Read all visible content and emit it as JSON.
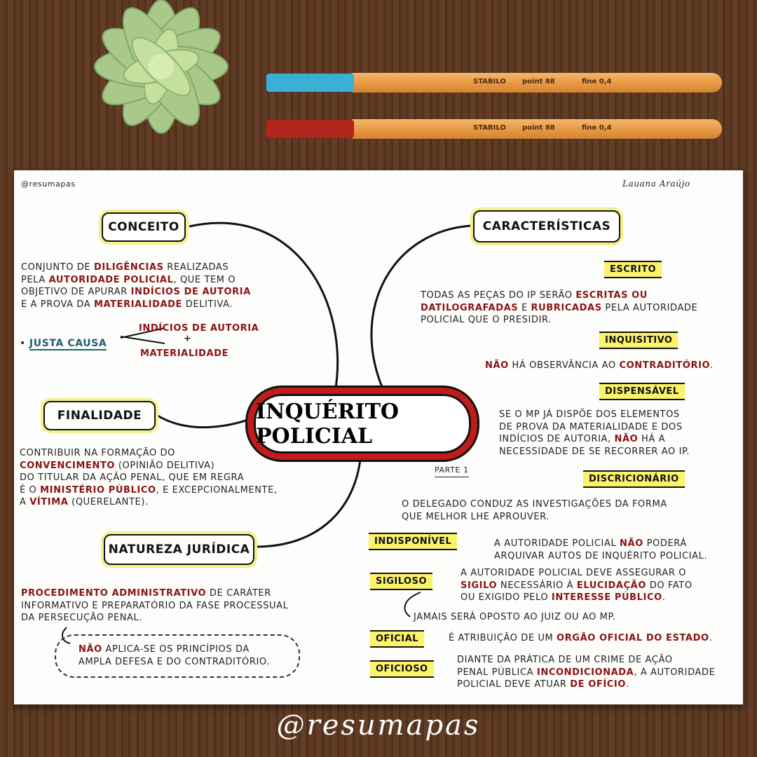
{
  "handle_small": "@resumapas",
  "signature": "Lauana Araújo",
  "brand": "@resumapas",
  "pens": [
    {
      "brand": "STABILO",
      "model": "point 88",
      "tip": "fine 0,4",
      "color": "#3bb0d6"
    },
    {
      "brand": "STABILO",
      "model": "point 88",
      "tip": "fine 0,4",
      "color": "#b3241c"
    }
  ],
  "title": "Inquérito Policial",
  "part": "Parte 1",
  "conceito": {
    "label": "Conceito",
    "lines": [
      [
        [
          "Conjunto de ",
          0
        ],
        [
          "Diligências",
          1
        ],
        [
          " realizadas",
          0
        ]
      ],
      [
        [
          "pela ",
          0
        ],
        [
          "Autoridade Policial",
          1
        ],
        [
          ", que tem o",
          0
        ]
      ],
      [
        [
          "objetivo de apurar ",
          0
        ],
        [
          "Indícios de Autoria",
          1
        ]
      ],
      [
        [
          "e a prova da ",
          0
        ],
        [
          "Materialidade",
          1
        ],
        [
          " delitiva.",
          0
        ]
      ]
    ],
    "justa_causa": "Justa Causa",
    "indicios": "Indícios de Autoria",
    "plus": "+",
    "materialidade": "Materialidade"
  },
  "finalidade": {
    "label": "Finalidade",
    "lines": [
      [
        [
          "Contribuir na formação do",
          0
        ]
      ],
      [
        [
          "Convencimento",
          1
        ],
        [
          " (opinião delitiva)",
          0
        ]
      ],
      [
        [
          "do titular da ação penal, que em regra",
          0
        ]
      ],
      [
        [
          "é o ",
          0
        ],
        [
          "Ministério Público",
          1
        ],
        [
          ", e excepcionalmente,",
          0
        ]
      ],
      [
        [
          "a ",
          0
        ],
        [
          "Vítima",
          1
        ],
        [
          " (querelante).",
          0
        ]
      ]
    ]
  },
  "natureza": {
    "label": "Natureza Jurídica",
    "lines": [
      [
        [
          "Procedimento Administrativo",
          1
        ],
        [
          " de caráter",
          0
        ]
      ],
      [
        [
          "informativo e preparatório da fase processual",
          0
        ]
      ],
      [
        [
          "da persecução penal.",
          0
        ]
      ]
    ],
    "note": [
      [
        [
          "Não",
          1
        ],
        [
          " aplica-se os princípios da",
          0
        ]
      ],
      [
        [
          "ampla defesa e do contraditório.",
          0
        ]
      ]
    ]
  },
  "caracteristicas": {
    "label": "Características",
    "items": [
      {
        "tag": "Escrito",
        "lines": [
          [
            [
              "Todas as peças do IP serão ",
              0
            ],
            [
              "Escritas ou",
              1
            ]
          ],
          [
            [
              "Datilografadas",
              1
            ],
            [
              " e ",
              0
            ],
            [
              "Rubricadas",
              1
            ],
            [
              " pela autoridade",
              0
            ]
          ],
          [
            [
              "policial que o presidir.",
              0
            ]
          ]
        ]
      },
      {
        "tag": "Inquisitivo",
        "lines": [
          [
            [
              "Não",
              1
            ],
            [
              " há observância ao ",
              0
            ],
            [
              "Contraditório",
              1
            ],
            [
              ".",
              0
            ]
          ]
        ]
      },
      {
        "tag": "Dispensável",
        "lines": [
          [
            [
              "Se o MP já dispõe dos elementos",
              0
            ]
          ],
          [
            [
              "de prova da materialidade e dos",
              0
            ]
          ],
          [
            [
              "indícios de autoria, ",
              0
            ],
            [
              "Não",
              1
            ],
            [
              " há a",
              0
            ]
          ],
          [
            [
              "necessidade de se recorrer ao IP.",
              0
            ]
          ]
        ]
      },
      {
        "tag": "Discricionário",
        "lines": [
          [
            [
              "O delegado conduz as investigações da forma",
              0
            ]
          ],
          [
            [
              "que melhor lhe aprouver.",
              0
            ]
          ]
        ]
      },
      {
        "tag": "Indisponível",
        "lines": [
          [
            [
              "A autoridade policial ",
              0
            ],
            [
              "Não",
              1
            ],
            [
              " poderá",
              0
            ]
          ],
          [
            [
              "arquivar autos de inquérito policial.",
              0
            ]
          ]
        ]
      },
      {
        "tag": "Sigiloso",
        "lines": [
          [
            [
              "A autoridade policial deve assegurar o",
              0
            ]
          ],
          [
            [
              "Sigilo",
              1
            ],
            [
              " necessário à ",
              0
            ],
            [
              "Elucidação",
              1
            ],
            [
              " do fato",
              0
            ]
          ],
          [
            [
              "ou exigido pelo ",
              0
            ],
            [
              "Interesse Público",
              1
            ],
            [
              ".",
              0
            ]
          ]
        ],
        "note": "Jamais será oposto ao juiz ou ao MP."
      },
      {
        "tag": "Oficial",
        "lines": [
          [
            [
              "É atribuição de um ",
              0
            ],
            [
              "Orgão Oficial do Estado",
              1
            ],
            [
              ".",
              0
            ]
          ]
        ]
      },
      {
        "tag": "Oficioso",
        "lines": [
          [
            [
              "Diante da prática de um crime de ação",
              0
            ]
          ],
          [
            [
              "penal pública ",
              0
            ],
            [
              "Incondicionada",
              1
            ],
            [
              ", a autoridade",
              0
            ]
          ],
          [
            [
              "policial deve atuar ",
              0
            ],
            [
              "De Ofício",
              1
            ],
            [
              ".",
              0
            ]
          ]
        ]
      }
    ]
  }
}
